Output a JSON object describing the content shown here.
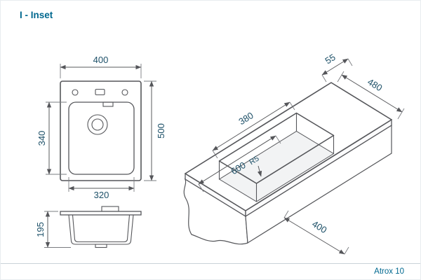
{
  "title": "I - Inset",
  "footer": "Atrox 10",
  "colors": {
    "accent": "#00688f",
    "dimension_text": "#1d5068",
    "drawing_line": "#55565a"
  },
  "top_view": {
    "width": "400",
    "height": "500",
    "bowl_height": "340",
    "bowl_width": "320"
  },
  "side_view": {
    "depth": "195"
  },
  "iso_view": {
    "rim_offset": "55",
    "depth": "480",
    "bowl_width": "380",
    "corner_radius": "R5",
    "length": "600",
    "bowl_length": "400"
  }
}
